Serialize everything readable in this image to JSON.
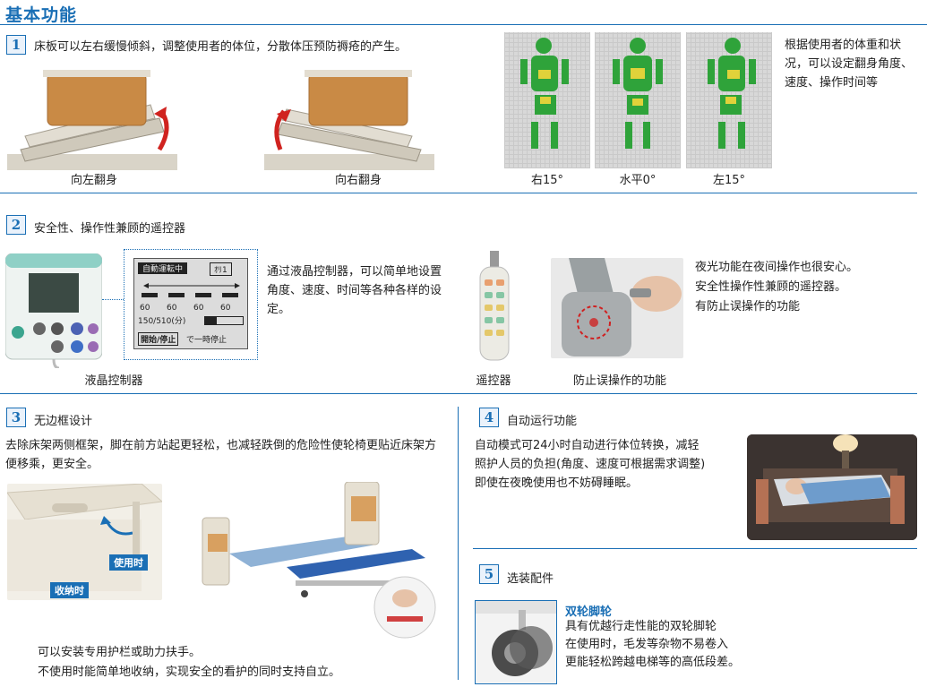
{
  "page": {
    "title": "基本功能"
  },
  "s1": {
    "num": "1",
    "heading": "床板可以左右缓慢倾斜，调整使用者的体位，分散体压预防褥疮的产生。",
    "cap_left": "向左翻身",
    "cap_right": "向右翻身",
    "pm_caps": [
      "右15°",
      "水平0°",
      "左15°"
    ],
    "note": "根据使用者的体重和状况，可以设定翻身角度、速度、操作时间等"
  },
  "s2": {
    "num": "2",
    "heading": "安全性、操作性兼顾的遥控器",
    "lcd": {
      "status": "自動運転中",
      "mode": "ｵﾘ1",
      "vals": [
        "60",
        "60",
        "60",
        "60"
      ],
      "time": "150/510(分)",
      "btn": "開始/停止",
      "btn_note": "で一時停止"
    },
    "lcd_desc": "通过液晶控制器，可以简单地设置角度、速度、时间等各种各样的设定。",
    "cap_lcd": "液晶控制器",
    "cap_remote": "遥控器",
    "cap_anti": "防止误操作的功能",
    "remote_desc": [
      "夜光功能在夜间操作也很安心。",
      "安全性操作性兼顾的遥控器。",
      "有防止误操作的功能"
    ]
  },
  "s3": {
    "num": "3",
    "heading": "无边框设计",
    "desc": "去除床架两侧框架，脚在前方站起更轻松，也减轻跌倒的危险性使轮椅更贴近床架方便移乘，更安全。",
    "label_use": "使用时",
    "label_store": "收纳时",
    "note1": "可以安装专用护栏或助力扶手。",
    "note2": "不使用时能简单地收纳，实现安全的看护的同时支持自立。"
  },
  "s4": {
    "num": "4",
    "heading": "自动运行功能",
    "desc": "自动模式可24小时自动进行体位转换，减轻照护人员的负担(角度、速度可根据需求调整)即使在夜晚使用也不妨碍睡眠。"
  },
  "s5": {
    "num": "5",
    "heading": "选装配件",
    "caster_title": "双轮脚轮",
    "caster_lines": [
      "具有优越行走性能的双轮脚轮",
      "在使用时，毛发等杂物不易卷入",
      "更能轻松跨越电梯等的高低段差。"
    ]
  }
}
